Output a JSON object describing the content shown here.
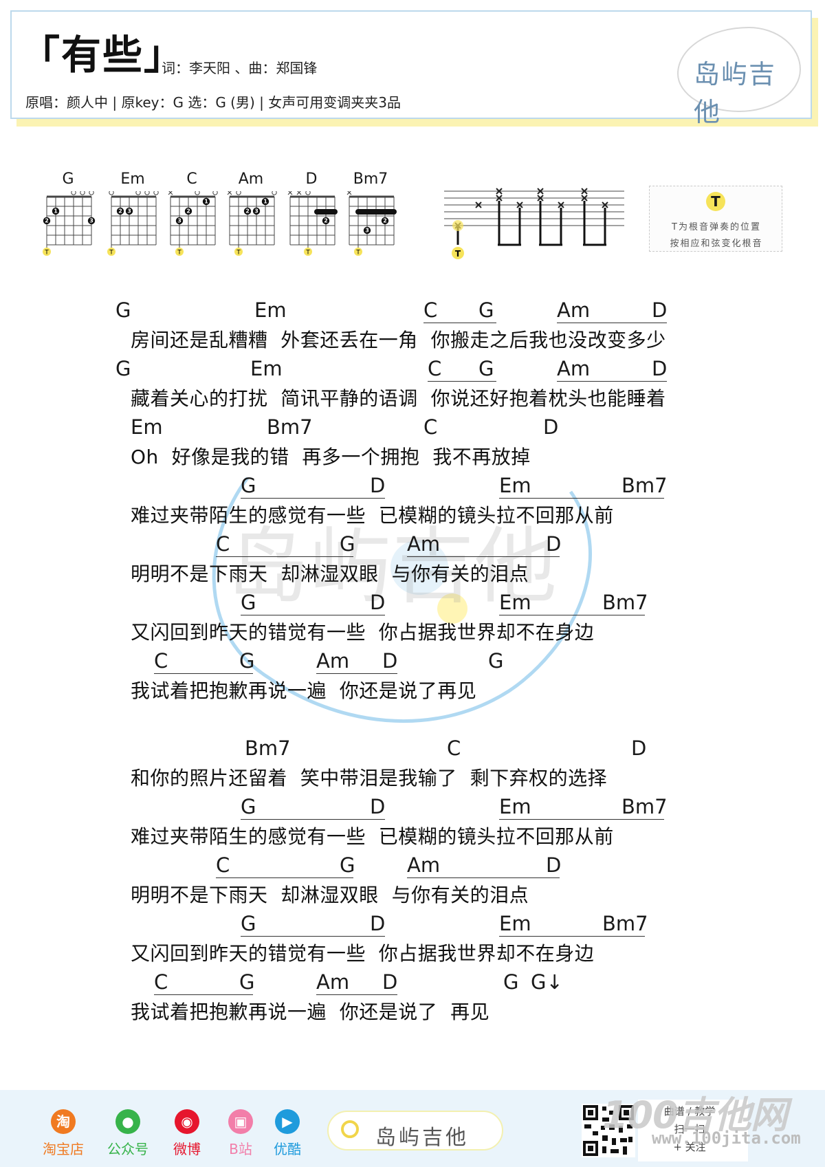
{
  "header": {
    "title": "「有些」",
    "credits": "词：李天阳 、曲：郑国锋",
    "meta": "原唱：颜人中 | 原key：G 选：G (男) | 女声可用变调夹夹3品",
    "logo": "岛屿吉他"
  },
  "chords": [
    {
      "name": "G"
    },
    {
      "name": "Em"
    },
    {
      "name": "C"
    },
    {
      "name": "Am"
    },
    {
      "name": "D"
    },
    {
      "name": "Bm7"
    }
  ],
  "chord_root_label": "T",
  "root_note": {
    "badge": "T",
    "line1": "T为根音弹奏的位置",
    "line2": "按相应和弦变化根音"
  },
  "lyrics": [
    "房间还是乱糟糟  外套还丢在一角  你搬走之后我也没改变多少",
    "藏着关心的打扰  简讯平静的语调  你说还好抱着枕头也能睡着",
    "Oh  好像是我的错  再多一个拥抱  我不再放掉",
    "难过夹带陌生的感觉有一些  已模糊的镜头拉不回那从前",
    "明明不是下雨天  却淋湿双眼  与你有关的泪点",
    "又闪回到昨天的错觉有一些  你占据我世界却不在身边",
    "我试着把抱歉再说一遍  你还是说了再见",
    "和你的照片还留着  笑中带泪是我输了  剩下弃权的选择",
    "难过夹带陌生的感觉有一些  已模糊的镜头拉不回那从前",
    "明明不是下雨天  却淋湿双眼  与你有关的泪点",
    "又闪回到昨天的错觉有一些  你占据我世界却不在身边",
    "我试着把抱歉再说一遍  你还是说了  再见"
  ],
  "chord_marks": [
    [
      "G",
      "Em",
      "C",
      "G",
      "Am",
      "D"
    ],
    [
      "G",
      "Em",
      "C",
      "G",
      "Am",
      "D"
    ],
    [
      "Em",
      "Bm7",
      "C",
      "D"
    ],
    [
      "G",
      "D",
      "Em",
      "Bm7"
    ],
    [
      "C",
      "G",
      "Am",
      "D"
    ],
    [
      "G",
      "D",
      "Em",
      "Bm7"
    ],
    [
      "C",
      "G",
      "Am",
      "D",
      "G"
    ],
    [
      "Bm7",
      "C",
      "D"
    ],
    [
      "G",
      "D",
      "Em",
      "Bm7"
    ],
    [
      "C",
      "G",
      "Am",
      "D"
    ],
    [
      "G",
      "D",
      "Em",
      "Bm7"
    ],
    [
      "C",
      "G",
      "Am",
      "D",
      "G",
      "G↓"
    ]
  ],
  "footer": {
    "social": [
      {
        "icon": "taobao-icon",
        "glyph": "淘",
        "label": "淘宝店",
        "color": "#f07a21"
      },
      {
        "icon": "wechat-icon",
        "glyph": "●",
        "label": "公众号",
        "color": "#37b34a"
      },
      {
        "icon": "weibo-icon",
        "glyph": "◉",
        "label": "微博",
        "color": "#e6162d"
      },
      {
        "icon": "bilibili-icon",
        "glyph": "▣",
        "label": "B站",
        "color": "#f27ea9"
      },
      {
        "icon": "youku-icon",
        "glyph": "▶",
        "label": "优酷",
        "color": "#1f9bdc"
      }
    ],
    "search_label": "岛屿吉他",
    "qr_line1": "曲谱 / 教学",
    "qr_line2": "扫一扫",
    "qr_line3": "+ 关注",
    "brand": "100吉他网",
    "brand_url": "www.100jita.com"
  }
}
